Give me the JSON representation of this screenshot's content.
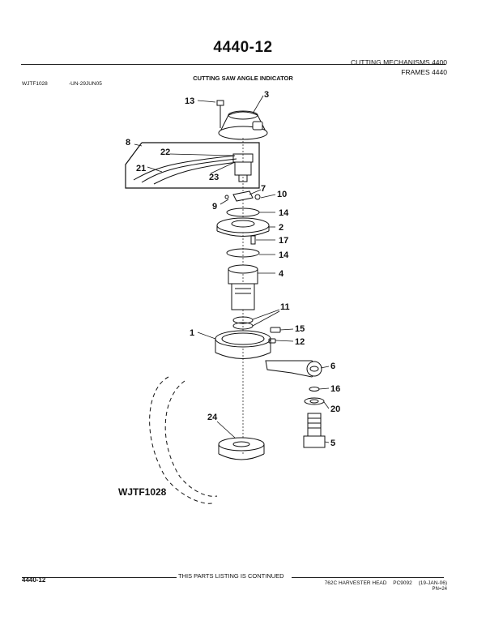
{
  "page": {
    "title": "4440-12",
    "section": "CUTTING MECHANISMS 4400",
    "group": "FRAMES 4440",
    "figure_title": "CUTTING SAW ANGLE INDICATOR",
    "figure_id": "WJTF1028",
    "figure_date": "-UN-29JUN05"
  },
  "illustration": {
    "figure_label": "WJTF1028",
    "callouts": [
      "1",
      "2",
      "3",
      "4",
      "5",
      "6",
      "7",
      "8",
      "9",
      "10",
      "11",
      "12",
      "13",
      "14",
      "14",
      "15",
      "16",
      "17",
      "20",
      "21",
      "22",
      "23",
      "24"
    ]
  },
  "footer": {
    "page_number": "4440-12",
    "continued": "THIS PARTS LISTING IS CONTINUED",
    "product": "762C HARVESTER HEAD",
    "catalog": "PC9092",
    "date": "(19-JAN-06)",
    "pn": "PN=24"
  }
}
